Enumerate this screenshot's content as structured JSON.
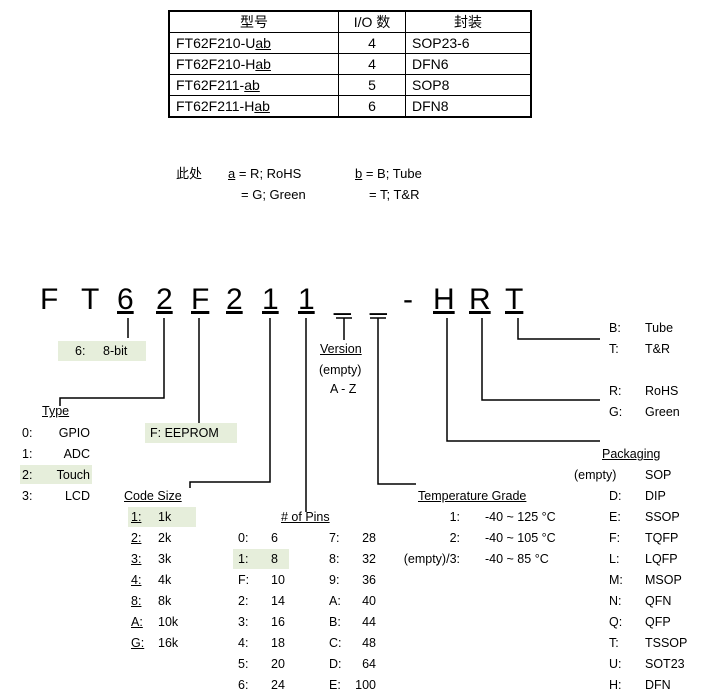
{
  "table": {
    "headers": [
      "型号",
      "I/O 数",
      "封装"
    ],
    "rows": [
      {
        "prefix": "FT62F210-U",
        "suffix": "ab",
        "io": "4",
        "pkg": "SOP23-6"
      },
      {
        "prefix": "FT62F210-H",
        "suffix": "ab",
        "io": "4",
        "pkg": "DFN6"
      },
      {
        "prefix": "FT62F211-",
        "suffix": "ab",
        "io": "5",
        "pkg": "SOP8"
      },
      {
        "prefix": "FT62F211-H",
        "suffix": "ab",
        "io": "6",
        "pkg": "DFN8"
      }
    ]
  },
  "note": {
    "lead": "此处",
    "a_key": "a",
    "a_line1": " = R; RoHS",
    "a_line2": "= G; Green",
    "b_key": "b",
    "b_line1": " = B; Tube",
    "b_line2": "= T; T&R"
  },
  "part_chars": [
    "F",
    "T",
    "6",
    "2",
    "F",
    "2",
    "1",
    "1",
    "_",
    "_",
    "-",
    "H",
    "R",
    "T"
  ],
  "bit": {
    "code": "6:",
    "desc": "8-bit"
  },
  "type": {
    "title": "Type",
    "items": [
      {
        "code": "0:",
        "name": "GPIO"
      },
      {
        "code": "1:",
        "name": "ADC"
      },
      {
        "code": "2:",
        "name": "Touch"
      },
      {
        "code": "3:",
        "name": "LCD"
      }
    ]
  },
  "memory": "F: EEPROM",
  "code_size": {
    "title": "Code Size",
    "items": [
      {
        "code": "1:",
        "value": "1k"
      },
      {
        "code": "2:",
        "value": "2k"
      },
      {
        "code": "3:",
        "value": "3k"
      },
      {
        "code": "4:",
        "value": "4k"
      },
      {
        "code": "8:",
        "value": "8k"
      },
      {
        "code": "A:",
        "value": "10k"
      },
      {
        "code": "G:",
        "value": "16k"
      }
    ]
  },
  "pins": {
    "title": "# of Pins",
    "left": [
      {
        "code": "0:",
        "value": "6"
      },
      {
        "code": "1:",
        "value": "8"
      },
      {
        "code": "F:",
        "value": "10"
      },
      {
        "code": "2:",
        "value": "14"
      },
      {
        "code": "3:",
        "value": "16"
      },
      {
        "code": "4:",
        "value": "18"
      },
      {
        "code": "5:",
        "value": "20"
      },
      {
        "code": "6:",
        "value": "24"
      }
    ],
    "right": [
      {
        "code": "7:",
        "value": "28"
      },
      {
        "code": "8:",
        "value": "32"
      },
      {
        "code": "9:",
        "value": "36"
      },
      {
        "code": "A:",
        "value": "40"
      },
      {
        "code": "B:",
        "value": "44"
      },
      {
        "code": "C:",
        "value": "48"
      },
      {
        "code": "D:",
        "value": "64"
      },
      {
        "code": "E:",
        "value": "100"
      }
    ]
  },
  "version": {
    "title": "Version",
    "line1": "(empty)",
    "line2": "A - Z"
  },
  "temperature": {
    "title": "Temperature Grade",
    "items": [
      {
        "code": "1:",
        "range": "-40 ~ 125 °C"
      },
      {
        "code": "2:",
        "range": "-40 ~ 105 °C"
      },
      {
        "code": "(empty)/3:",
        "range": "-40 ~ 85 °C"
      }
    ]
  },
  "shipping": [
    {
      "code": "B:",
      "name": "Tube"
    },
    {
      "code": "T:",
      "name": "T&R"
    }
  ],
  "rohs": [
    {
      "code": "R:",
      "name": "RoHS"
    },
    {
      "code": "G:",
      "name": "Green"
    }
  ],
  "packaging": {
    "title": "Packaging",
    "items": [
      {
        "code": "(empty)",
        "name": "SOP"
      },
      {
        "code": "D:",
        "name": "DIP"
      },
      {
        "code": "E:",
        "name": "SSOP"
      },
      {
        "code": "F:",
        "name": "TQFP"
      },
      {
        "code": "L:",
        "name": "LQFP"
      },
      {
        "code": "M:",
        "name": "MSOP"
      },
      {
        "code": "N:",
        "name": "QFN"
      },
      {
        "code": "Q:",
        "name": "QFP"
      },
      {
        "code": "T:",
        "name": "TSSOP"
      },
      {
        "code": "U:",
        "name": "SOT23"
      },
      {
        "code": "H:",
        "name": "DFN"
      }
    ]
  }
}
